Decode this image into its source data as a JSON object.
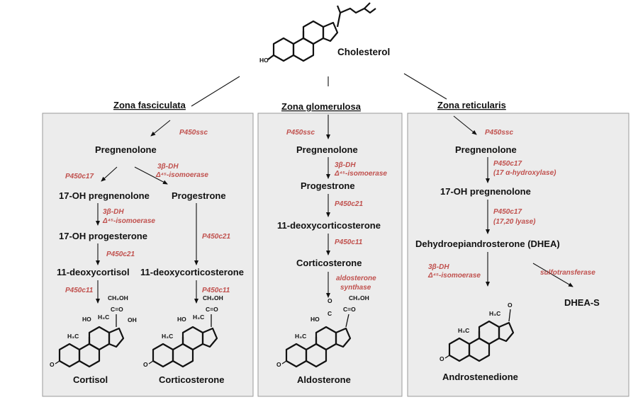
{
  "compounds": {
    "cholesterol": "Cholesterol",
    "cortisol": "Cortisol",
    "corticosterone": "Corticosterone",
    "aldosterone": "Aldosterone",
    "androstenedione": "Androstenedione",
    "dheas": "DHEA-S"
  },
  "zones": [
    {
      "title": "Zona fasciculata",
      "labels": {
        "pregnenolone": "Pregnenolone",
        "oh_pregnenolone": "17-OH pregnenolone",
        "progestrone": "Progestrone",
        "oh_progesterone": "17-OH progesterone",
        "deoxycortisol": "11-deoxycortisol",
        "deoxycorticosterone": "11-deoxycorticosterone"
      },
      "enzymes": {
        "p450ssc": "P450ssc",
        "p450c17": "P450c17",
        "bdh_a": "3β-DH",
        "iso_a": "Δ⁴⁵-isomoerase",
        "bdh_b": "3β-DH",
        "iso_b": "Δ⁴⁵-isomoerase",
        "p450c21_a": "P450c21",
        "p450c21_b": "P450c21",
        "p450c11_a": "P450c11",
        "p450c11_b": "P450c11"
      }
    },
    {
      "title": "Zona glomerulosa",
      "labels": {
        "pregnenolone": "Pregnenolone",
        "progestrone": "Progestrone",
        "deoxycorticosterone": "11-deoxycorticosterone",
        "corticosterone": "Corticosterone"
      },
      "enzymes": {
        "p450ssc": "P450ssc",
        "bdh": "3β-DH",
        "iso": "Δ⁴⁵-isomoerase",
        "p450c21": "P450c21",
        "p450c11": "P450c11",
        "aldo_1": "aldosterone",
        "aldo_2": "synthase"
      }
    },
    {
      "title": "Zona reticularis",
      "labels": {
        "pregnenolone": "Pregnenolone",
        "oh_pregnenolone": "17-OH pregnenolone",
        "dhea": "Dehydroepiandrosterone (DHEA)"
      },
      "enzymes": {
        "p450ssc": "P450ssc",
        "p450c17_a": "P450c17",
        "hydroxylase": "(17 α-hydroxylase)",
        "p450c17_b": "P450c17",
        "lyase": "(17,20 lyase)",
        "bdh": "3β-DH",
        "iso": "Δ⁴⁵-isomoerase",
        "sulfo": "sulfotransferase"
      }
    }
  ],
  "atoms": {
    "ho": "HO",
    "o": "O",
    "h3c": "H₃C",
    "ch2oh": "CH₂OH",
    "co": "C=O",
    "oh": "OH",
    "c": "C"
  }
}
